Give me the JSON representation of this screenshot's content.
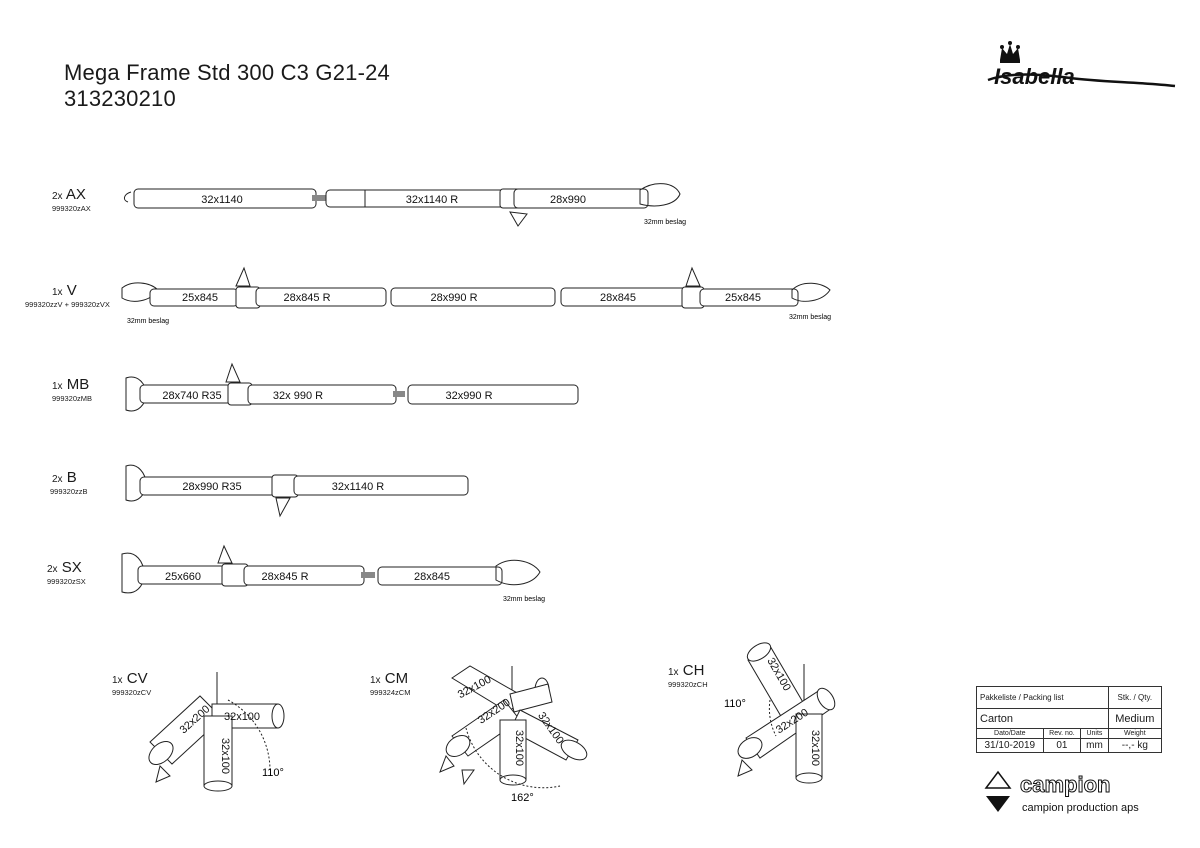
{
  "header": {
    "title_line1": "Mega Frame Std 300 C3 G21-24",
    "title_line2": "313230210",
    "brand_logo_text": "Isabella"
  },
  "parts": [
    {
      "id": "AX",
      "qty": "2x",
      "name": "AX",
      "code": "999320zAX",
      "tubes": [
        "32x1140",
        "32x1140 R",
        "28x990"
      ],
      "note": "32mm beslag"
    },
    {
      "id": "V",
      "qty": "1x",
      "name": "V",
      "code": "999320zzV + 999320zVX",
      "tubes": [
        "25x845",
        "28x845 R",
        "28x990 R",
        "28x845",
        "25x845"
      ],
      "note_left": "32mm beslag",
      "note_right": "32mm beslag"
    },
    {
      "id": "MB",
      "qty": "1x",
      "name": "MB",
      "code": "999320zMB",
      "tubes": [
        "28x740 R35",
        "32x 990 R",
        "32x990 R"
      ]
    },
    {
      "id": "B",
      "qty": "2x",
      "name": "B",
      "code": "999320zzB",
      "tubes": [
        "28x990 R35",
        "32x1140 R"
      ]
    },
    {
      "id": "SX",
      "qty": "2x",
      "name": "SX",
      "code": "999320zSX",
      "tubes": [
        "25x660",
        "28x845 R",
        "28x845"
      ],
      "note": "32mm beslag"
    }
  ],
  "connectors": [
    {
      "id": "CV",
      "qty": "1x",
      "name": "CV",
      "code": "999320zCV",
      "labels": [
        "32x200",
        "32x100",
        "32x100"
      ],
      "angle": "110°"
    },
    {
      "id": "CM",
      "qty": "1x",
      "name": "CM",
      "code": "999324zCM",
      "labels": [
        "32x100",
        "32x200",
        "32x100",
        "32x100"
      ],
      "angle": "162°"
    },
    {
      "id": "CH",
      "qty": "1x",
      "name": "CH",
      "code": "999320zCH",
      "labels": [
        "32x100",
        "32x200",
        "32x100"
      ],
      "angle": "110°"
    }
  ],
  "packing": {
    "title": "Pakkeliste / Packing list",
    "qty_header": "Stk. / Qty.",
    "item": "Carton",
    "item_qty": "Medium",
    "date_label": "Dato/Date",
    "rev_label": "Rev. no.",
    "units_label": "Units",
    "weight_label": "Weight",
    "date": "31/10-2019",
    "rev": "01",
    "units": "mm",
    "weight": "--,- kg"
  },
  "footer": {
    "company_logo_text": "campion",
    "company_name": "campion production aps"
  }
}
